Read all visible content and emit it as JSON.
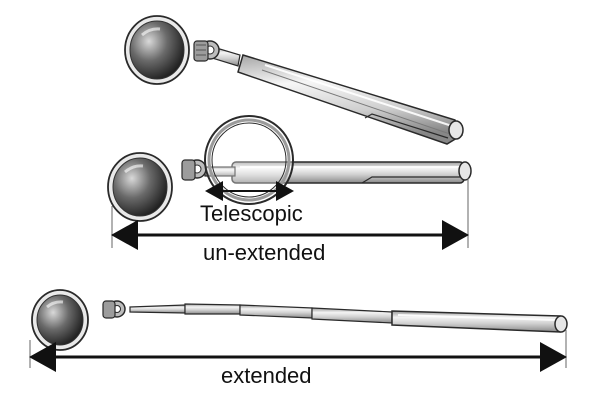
{
  "labels": {
    "telescopic": "Telescopic",
    "unextended": "un-extended",
    "extended": "extended"
  },
  "colors": {
    "outline": "#2a2a2a",
    "mirror_dark": "#1c1c1c",
    "mirror_light": "#bdbdbd",
    "metal_light": "#f2f2f2",
    "metal_mid": "#c9c9c9",
    "metal_dark": "#8a8a8a",
    "arrow": "#111111"
  },
  "icons": {
    "magnifier": "magnifying-glass-icon"
  }
}
